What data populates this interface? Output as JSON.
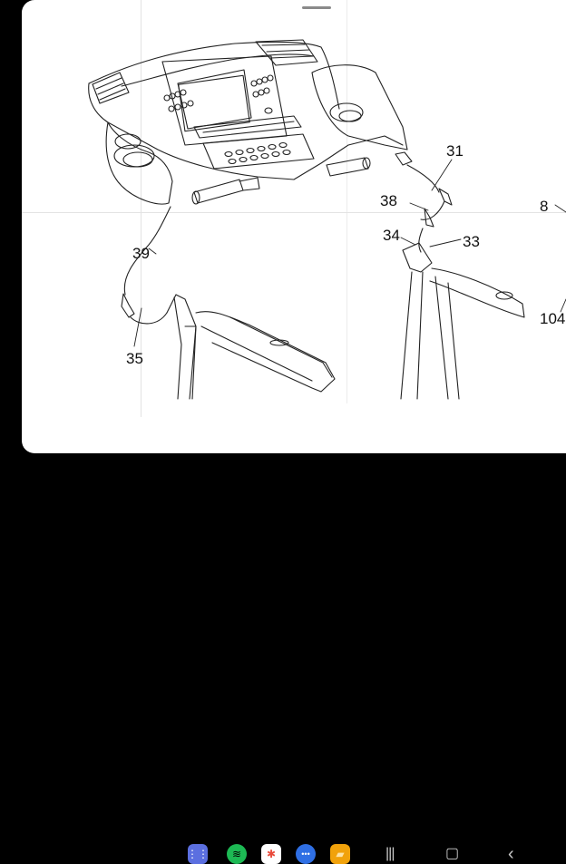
{
  "diagram": {
    "part_labels": [
      "31",
      "38",
      "34",
      "33",
      "8",
      "104",
      "39",
      "35"
    ]
  },
  "taskbar": {
    "apps": [
      {
        "name": "apps-drawer-icon",
        "color": "#5b6fe0",
        "glyph": "⋮⋮"
      },
      {
        "name": "spotify-icon",
        "color": "#1db954",
        "glyph": "≋"
      },
      {
        "name": "photos-icon",
        "color": "#ffffff",
        "glyph": "✱"
      },
      {
        "name": "messages-icon",
        "color": "#2f6fe4",
        "glyph": "•••"
      },
      {
        "name": "files-icon",
        "color": "#f1a20b",
        "glyph": "▰"
      }
    ],
    "nav": {
      "recents_glyph": "|||",
      "home_glyph": "▢",
      "back_glyph": "‹"
    }
  }
}
